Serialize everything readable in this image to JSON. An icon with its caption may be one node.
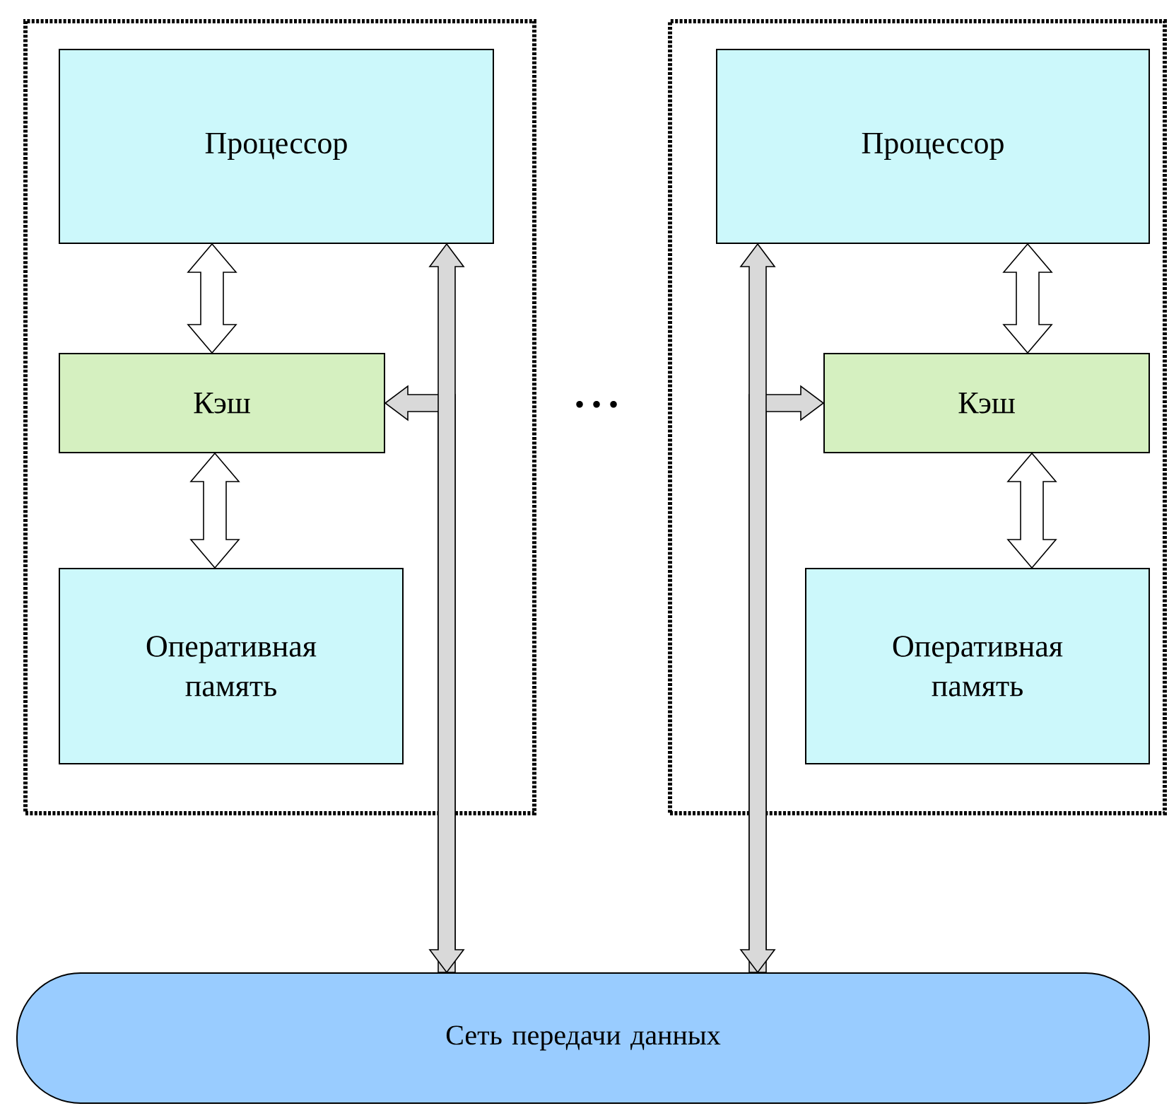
{
  "diagram": {
    "nodes": [
      {
        "text": [],
        "shape": "box"
      },
      {
        "text": [
          "Процессор"
        ],
        "in": 0
      },
      {
        "text": [
          "Кэш"
        ],
        "in": 0
      },
      {
        "text": [
          "Оперативная память"
        ],
        "in": 0
      },
      {
        "text": [],
        "shape": "box"
      },
      {
        "text": [
          "Процессор"
        ],
        "in": 4
      },
      {
        "text": [
          "Кэш"
        ],
        "in": 4
      },
      {
        "text": [
          "Оперативная память"
        ],
        "in": 4
      },
      {
        "text": [
          "Сеть передачи данных"
        ]
      }
    ],
    "edges": [
      {
        "from": 1,
        "to": 2,
        "arrow": "both"
      },
      {
        "from": 2,
        "to": 3,
        "arrow": "both"
      },
      {
        "from": 8,
        "to": 1,
        "arrow": "both",
        "color": "#d9d9d9"
      },
      {
        "from": 8,
        "to": 2,
        "arrow": "to",
        "color": "#d9d9d9"
      },
      {
        "from": 5,
        "to": 6,
        "arrow": "both"
      },
      {
        "from": 6,
        "to": 7,
        "arrow": "both"
      },
      {
        "from": 8,
        "to": 5,
        "arrow": "both",
        "color": "#d9d9d9"
      },
      {
        "from": 8,
        "to": 6,
        "arrow": "to",
        "color": "#d9d9d9"
      }
    ],
    "labels": [
      "• • •"
    ]
  }
}
